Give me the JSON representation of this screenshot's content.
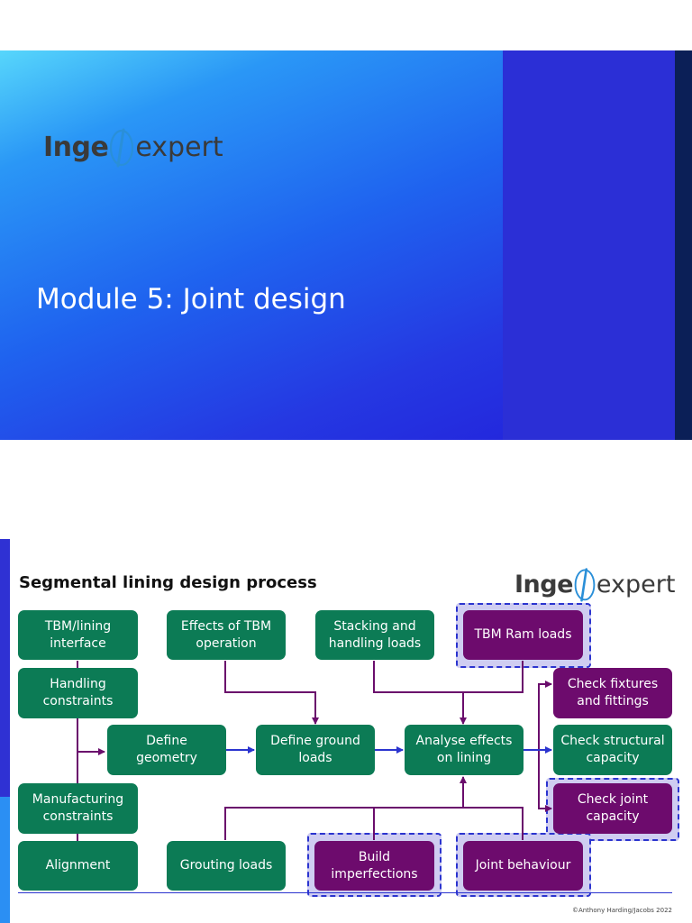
{
  "slide1": {
    "logo": {
      "part1": "Inge",
      "part2": "expert"
    },
    "title": "Module 5: Joint design"
  },
  "slide2": {
    "title": "Segmental lining design process",
    "logo": {
      "part1": "Inge",
      "part2": "expert"
    },
    "boxes": {
      "tbm_interface": "TBM/lining\ninterface",
      "effects_tbm": "Effects of TBM\noperation",
      "stacking": "Stacking and\nhandling loads",
      "ram_loads": "TBM Ram loads",
      "handling": "Handling\nconstraints",
      "fixtures": "Check fixtures\nand fittings",
      "define_geometry": "Define\ngeometry",
      "ground_loads": "Define ground\nloads",
      "analyse": "Analyse effects\non lining",
      "structural": "Check structural\ncapacity",
      "manufacturing": "Manufacturing\nconstraints",
      "joint_capacity": "Check joint\ncapacity",
      "alignment": "Alignment",
      "grouting": "Grouting loads",
      "imperfections": "Build\nimperfections",
      "joint_behaviour": "Joint behaviour"
    },
    "copyright": "©Anthony Harding/Jacobs 2022"
  },
  "colors": {
    "green_box": "#0c7b55",
    "purple_box": "#6d0b6d",
    "arrow_blue": "#2b34cf",
    "connector_purple": "#6a0d6c"
  }
}
